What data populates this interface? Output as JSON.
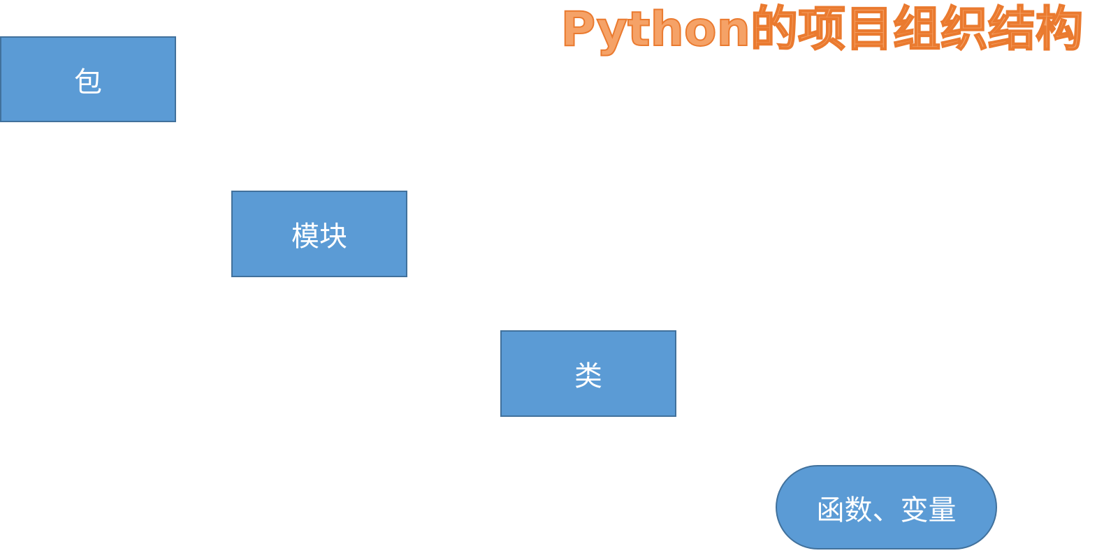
{
  "diagram": {
    "title": "Python的项目组织结构",
    "nodes": [
      {
        "id": "package",
        "label": "包",
        "shape": "rectangle"
      },
      {
        "id": "module",
        "label": "模块",
        "shape": "rectangle"
      },
      {
        "id": "class",
        "label": "类",
        "shape": "rectangle"
      },
      {
        "id": "function-variable",
        "label": "函数、变量",
        "shape": "rounded-rectangle"
      }
    ]
  },
  "colors": {
    "node_fill": "#5b9bd5",
    "node_border": "#41719c",
    "node_text": "#ffffff",
    "title_fill": "#f5a267",
    "title_outline": "#ea7a2f"
  }
}
